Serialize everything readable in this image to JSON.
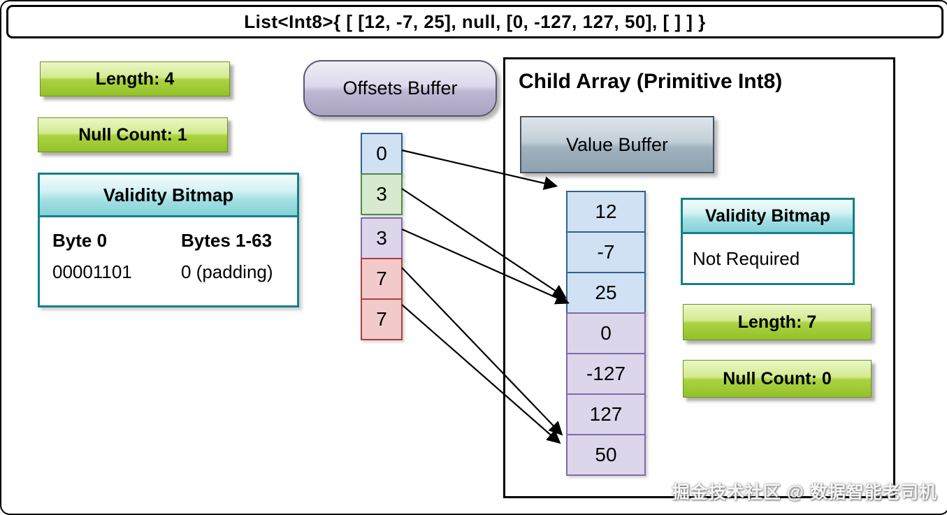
{
  "title": "List<Int8>{  [ [12, -7, 25], null, [0, -127, 127, 50], [ ] ] }",
  "parent": {
    "length_label": "Length: 4",
    "null_count_label": "Null Count: 1",
    "validity_bitmap": {
      "title": "Validity Bitmap",
      "byte0_header": "Byte 0",
      "bytes_rest_header": "Bytes 1-63",
      "byte0_value": "00001101",
      "bytes_rest_value": "0 (padding)"
    }
  },
  "offsets_buffer": {
    "title": "Offsets Buffer",
    "cells": [
      {
        "value": "0",
        "color": "blue"
      },
      {
        "value": "3",
        "color": "green"
      },
      {
        "value": "3",
        "color": "purple"
      },
      {
        "value": "7",
        "color": "red"
      },
      {
        "value": "7",
        "color": "red"
      }
    ]
  },
  "child_array": {
    "title": "Child Array (Primitive Int8)",
    "value_buffer_label": "Value Buffer",
    "values": [
      {
        "value": "12",
        "color": "blue"
      },
      {
        "value": "-7",
        "color": "blue"
      },
      {
        "value": "25",
        "color": "blue"
      },
      {
        "value": "0",
        "color": "purple"
      },
      {
        "value": "-127",
        "color": "purple"
      },
      {
        "value": "127",
        "color": "purple"
      },
      {
        "value": "50",
        "color": "purple"
      }
    ],
    "validity_bitmap": {
      "title": "Validity Bitmap",
      "value": "Not Required"
    },
    "length_label": "Length: 7",
    "null_count_label": "Null Count: 0"
  },
  "colors": {
    "green_button": "#93c128",
    "teal_header": "#85d2d8",
    "teal_border": "#128089",
    "cell_blue": "#cfe1f3",
    "cell_green": "#d7e9ce",
    "cell_purple": "#ddd6eb",
    "cell_red": "#f3caca"
  },
  "watermark": "掘金技术社区 @ 数据智能老司机"
}
